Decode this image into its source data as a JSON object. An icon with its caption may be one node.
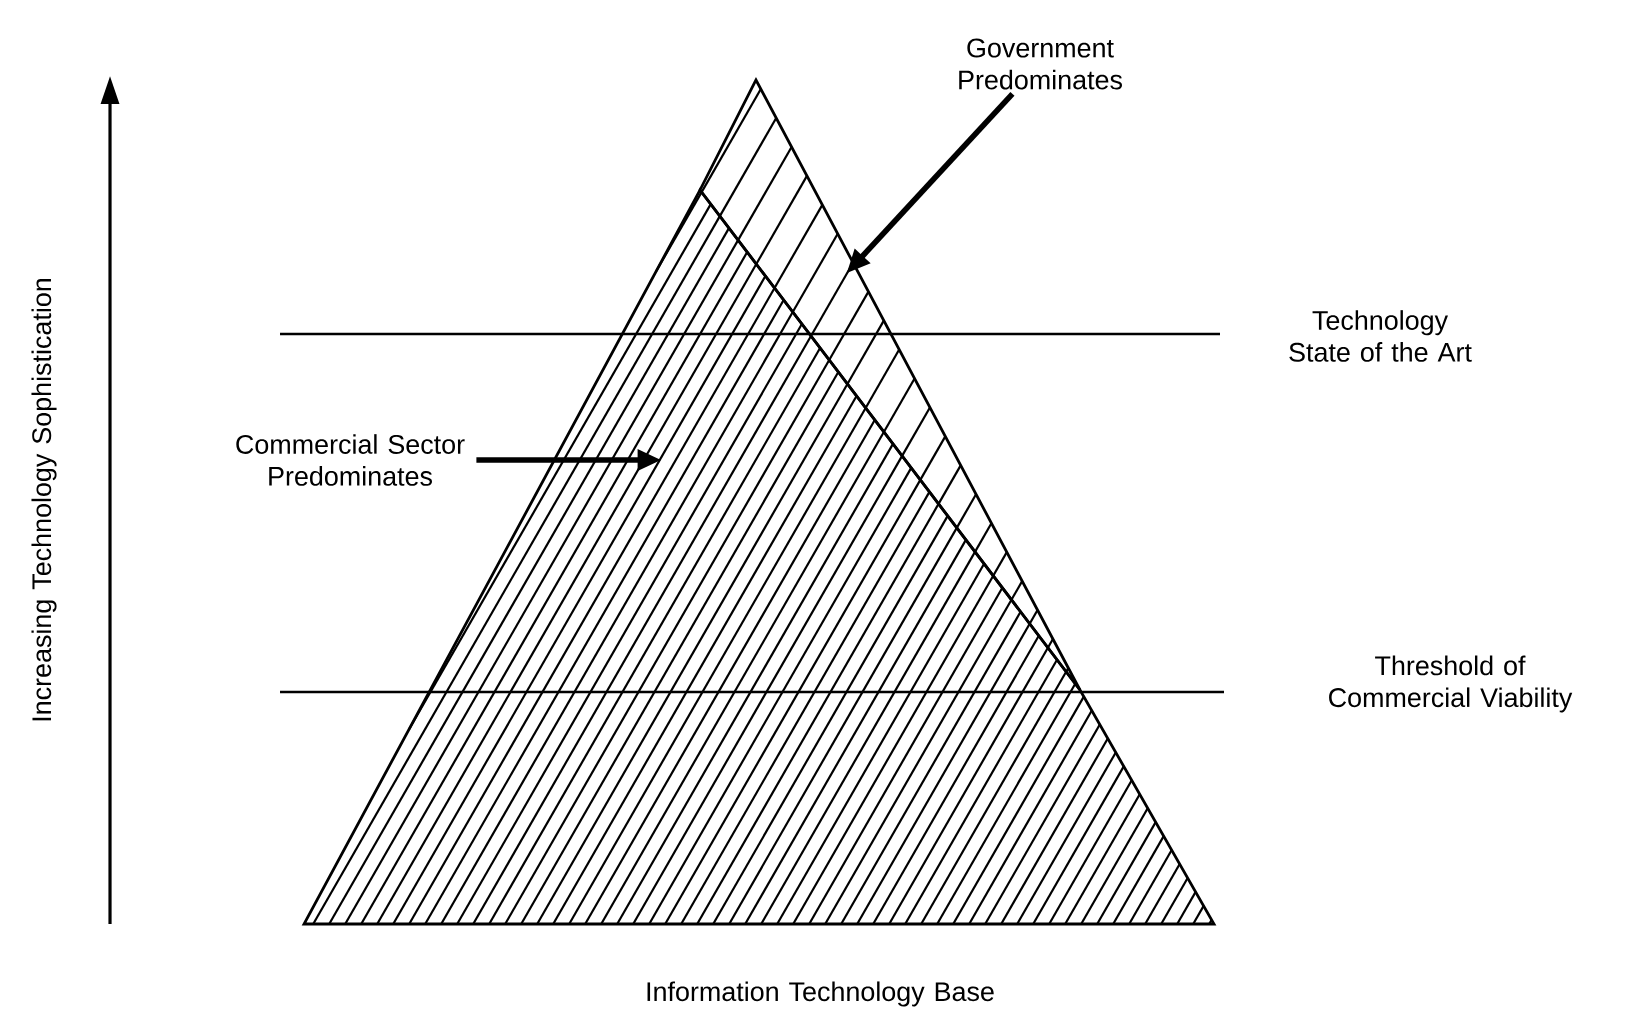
{
  "diagram": {
    "nodes": [
      {
        "text": [
          "Government Predominates"
        ]
      },
      {
        "text": [],
        "shape": "triangle"
      },
      {
        "text": [
          "Commercial Sector Predominates"
        ]
      },
      {
        "text": [],
        "shape": "polygon"
      }
    ],
    "edges": [
      {
        "from": 0,
        "to": 1,
        "arrow": "to"
      },
      {
        "from": 2,
        "to": 3,
        "arrow": "to"
      }
    ],
    "labels": [
      "Technology State of the Art",
      "Increasing Technology Sophistication",
      "Threshold of Commercial Viability",
      "Information Technology Base"
    ]
  }
}
